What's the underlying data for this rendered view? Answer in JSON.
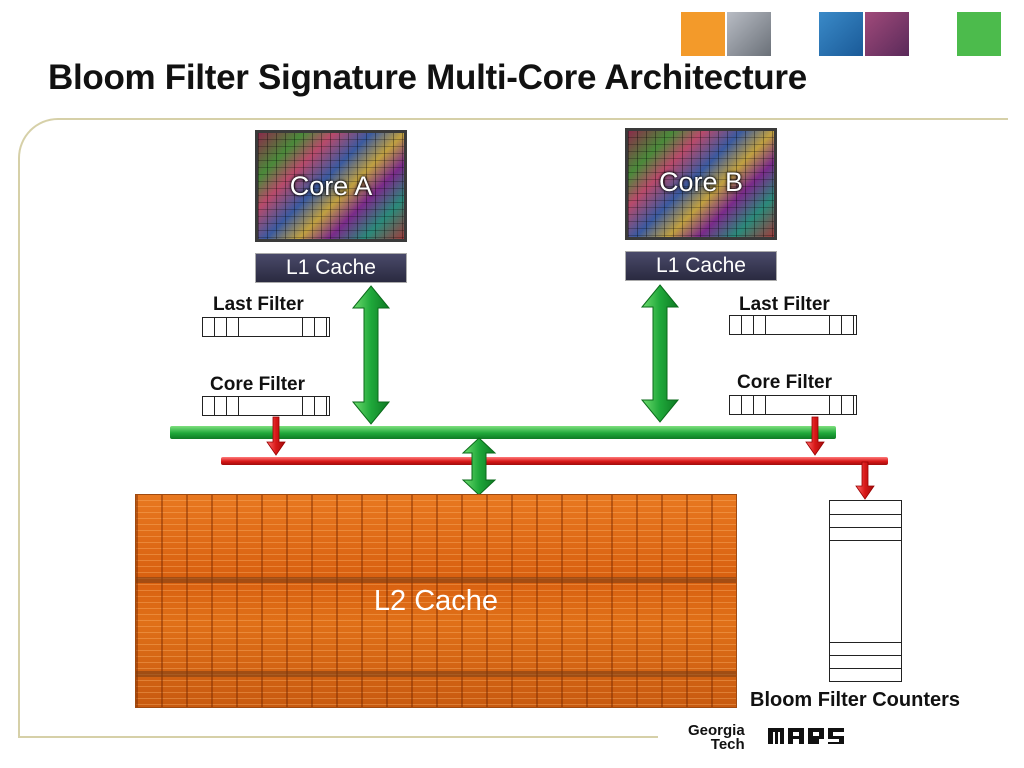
{
  "slide": {
    "title": "Bloom Filter Signature Multi-Core Architecture"
  },
  "header_squares": [
    {
      "color": "#f39a2a"
    },
    {
      "color": "#9aa0a8"
    },
    {
      "color": "#2a7ab8"
    },
    {
      "color": "#8a3a6a"
    },
    {
      "color": "#4cbb4c"
    }
  ],
  "cores": [
    {
      "name": "Core A",
      "l1_label": "L1 Cache",
      "last_filter_label": "Last Filter",
      "core_filter_label": "Core Filter"
    },
    {
      "name": "Core B",
      "l1_label": "L1 Cache",
      "last_filter_label": "Last Filter",
      "core_filter_label": "Core Filter"
    }
  ],
  "l2": {
    "label": "L2 Cache"
  },
  "counters": {
    "label": "Bloom Filter Counters"
  },
  "logos": {
    "georgia_tech": "Georgia\nTech",
    "mars": "MARS"
  },
  "colors": {
    "green_bus": "#1fa83a",
    "red_bus": "#d81818",
    "l2_orange": "#d86010"
  }
}
